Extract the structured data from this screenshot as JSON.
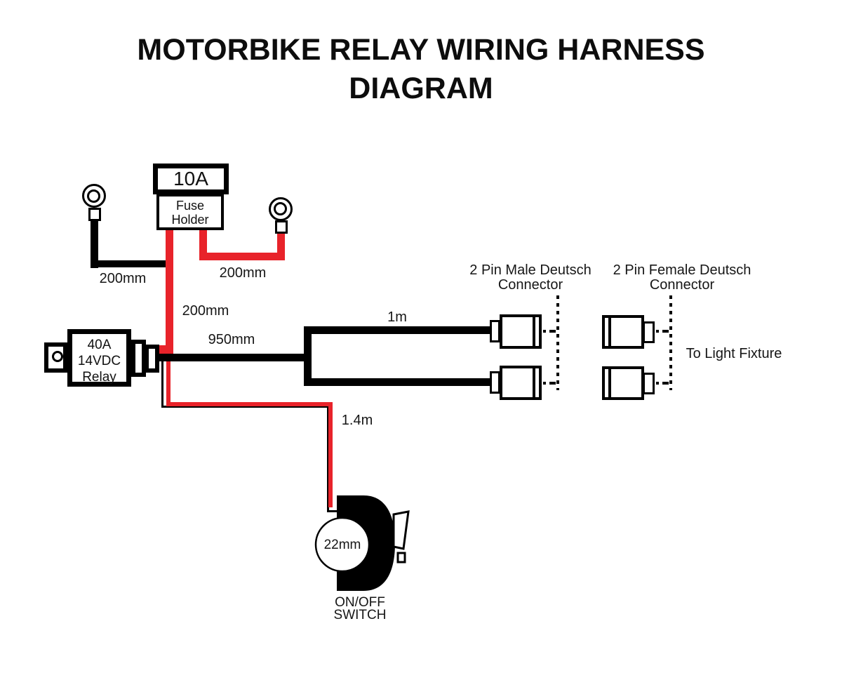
{
  "colors": {
    "wire_red": "#e8232a",
    "ink": "#000000"
  },
  "title": {
    "line1": "MOTORBIKE RELAY WIRING HARNESS",
    "line2": "DIAGRAM"
  },
  "fuse": {
    "rating": "10A",
    "holder": {
      "line1": "Fuse",
      "line2": "Holder"
    }
  },
  "relay": {
    "line1": "40A",
    "line2": "14VDC",
    "line3": "Relay"
  },
  "wire_labels": {
    "ground": "200mm",
    "battery": "200mm",
    "fuse_to_relay": "200mm",
    "relay_output": "950mm",
    "branch": "1m",
    "switch": "1.4m"
  },
  "connectors": {
    "male": {
      "line1": "2 Pin Male Deutsch",
      "line2": "Connector"
    },
    "female": {
      "line1": "2 Pin Female Deutsch",
      "line2": "Connector"
    },
    "destination": "To Light Fixture"
  },
  "switch": {
    "size": "22mm",
    "line1": "ON/OFF",
    "line2": "SWITCH"
  }
}
